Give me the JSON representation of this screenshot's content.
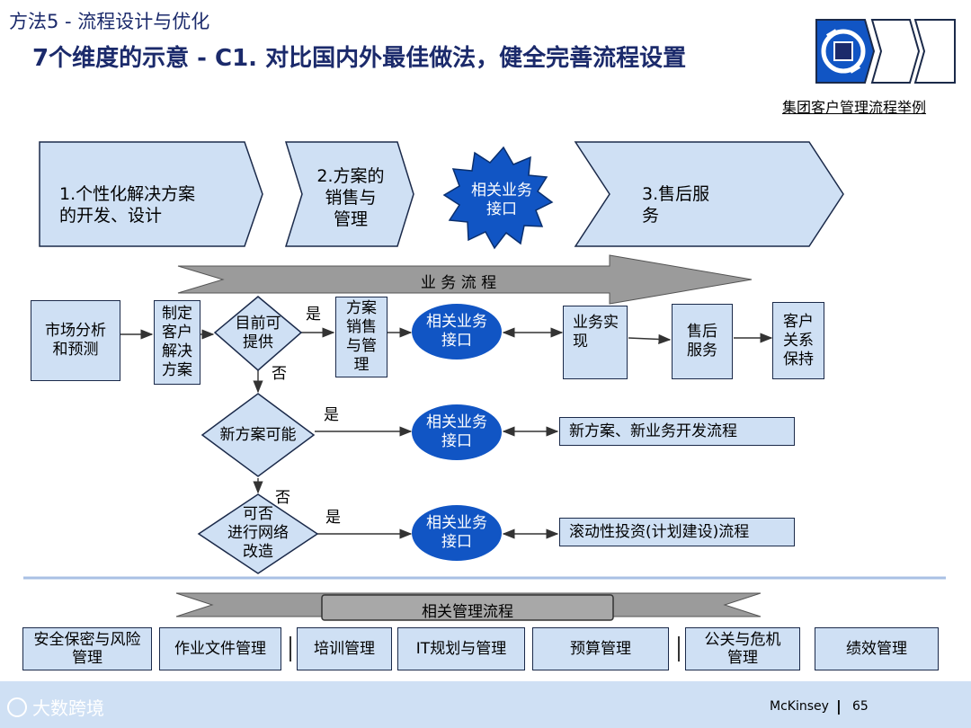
{
  "header": {
    "subtitle": "方法5 - 流程设计与优化",
    "title": "7个维度的示意 - C1. 对比国内外最佳做法，健全完善流程设置",
    "example_label": "集团客户管理流程举例"
  },
  "stages": {
    "stage1": "1.个性化解决方案\n的开发、设计",
    "stage2": "2.方案的\n销售与\n管理",
    "interface": "相关业务\n接口",
    "stage3": "3.售后服\n务"
  },
  "process_arrow_label": "业 务 流 程",
  "flow": {
    "market_analysis": "市场分析\n和预测",
    "customize_solution": "制定\n客户\n解决\n方案",
    "decision1": "目前可\n提供",
    "yes1": "是",
    "no1": "否",
    "sales_mgmt": "方案\n销售\n与管\n理",
    "interface1": "相关业务\n接口",
    "business_impl": "业务实\n现",
    "after_sales": "售后\n服务",
    "customer_relation": "客户\n关系\n保持",
    "decision2": "新方案可能",
    "yes2": "是",
    "no2": "否",
    "interface2": "相关业务\n接口",
    "new_process": "新方案、新业务开发流程",
    "decision3": "可否\n进行网络\n改造",
    "yes3": "是",
    "interface3": "相关业务\n接口",
    "rolling_process": "滚动性投资(计划建设)流程"
  },
  "management": {
    "label": "相关管理流程",
    "items": [
      "安全保密与风险\n管理",
      "作业文件管理",
      "培训管理",
      "IT规划与管理",
      "预算管理",
      "公关与危机\n管理",
      "绩效管理"
    ]
  },
  "footer": {
    "brand": "McKinsey",
    "separator": "|",
    "page": "65",
    "watermark": "大数跨境"
  },
  "colors": {
    "title_navy": "#1b2a6b",
    "box_fill": "#cfe0f4",
    "ellipse_blue": "#1155c4",
    "footer_band": "#cfe0f4",
    "divider": "#a9c0e4"
  }
}
